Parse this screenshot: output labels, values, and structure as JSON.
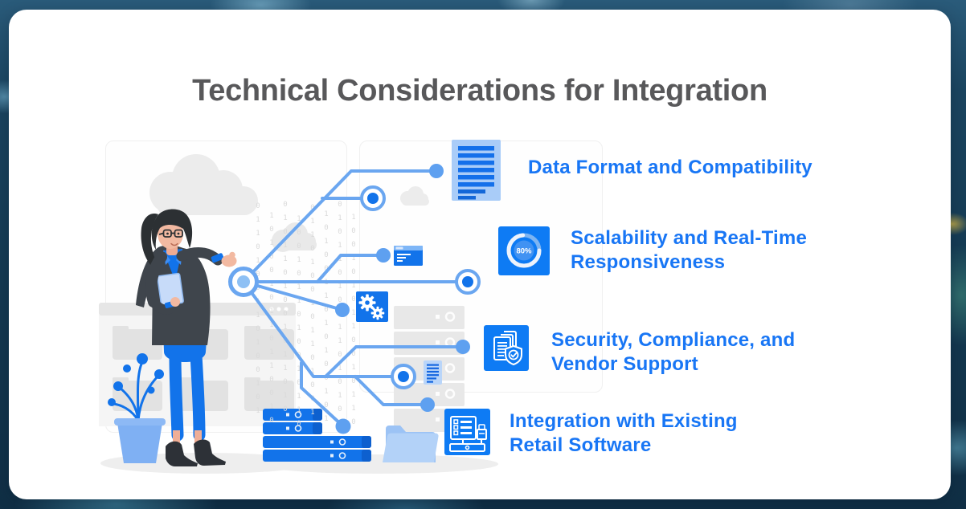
{
  "title": "Technical Considerations for Integration",
  "items": [
    {
      "id": "data-format",
      "icon": "document-icon",
      "lines": [
        "Data Format and Compatibility"
      ]
    },
    {
      "id": "scalability",
      "icon": "progress-80-icon",
      "badge": "80%",
      "lines": [
        "Scalability and Real-Time",
        "Responsiveness"
      ]
    },
    {
      "id": "security",
      "icon": "secure-document-shield-icon",
      "lines": [
        "Security, Compliance, and",
        "Vendor Support"
      ]
    },
    {
      "id": "integration",
      "icon": "pos-register-icon",
      "lines": [
        "Integration with Existing",
        "Retail Software"
      ]
    }
  ],
  "scene": {
    "binary_columns": [
      "0110100110100101",
      "1010010110110010",
      "0101101001011010",
      "1001011010010110",
      "0110100101101001",
      "1010011010100101",
      "0101101001101010",
      "1001010110010110"
    ]
  },
  "colors": {
    "accent": "#1876f5",
    "icon_blue": "#0e7bf4",
    "icon_light_blue": "#a9ccf8",
    "line_blue": "#6aa6f0",
    "title_gray": "#58585a",
    "card_bg": "#ffffff",
    "bg_dark": "#15374d"
  }
}
